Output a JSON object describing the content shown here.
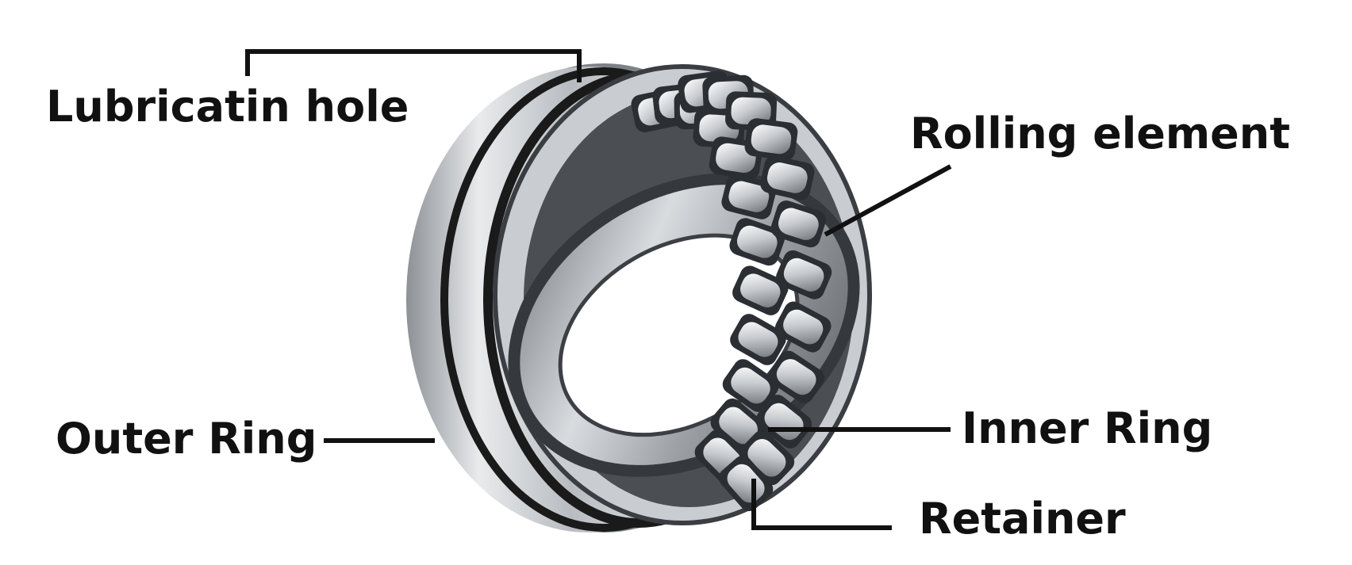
{
  "labels": {
    "lubrication_hole": "Lubricatin hole",
    "rolling_element": "Rolling element",
    "outer_ring": "Outer Ring",
    "inner_ring": "Inner Ring",
    "retainer": "Retainer"
  },
  "colors": {
    "text": "#111111",
    "leader": "#111111",
    "steel_light": "#e6e8ea",
    "steel_mid": "#a9adb2",
    "steel_dark": "#55595e",
    "groove": "#1a1a1a"
  }
}
